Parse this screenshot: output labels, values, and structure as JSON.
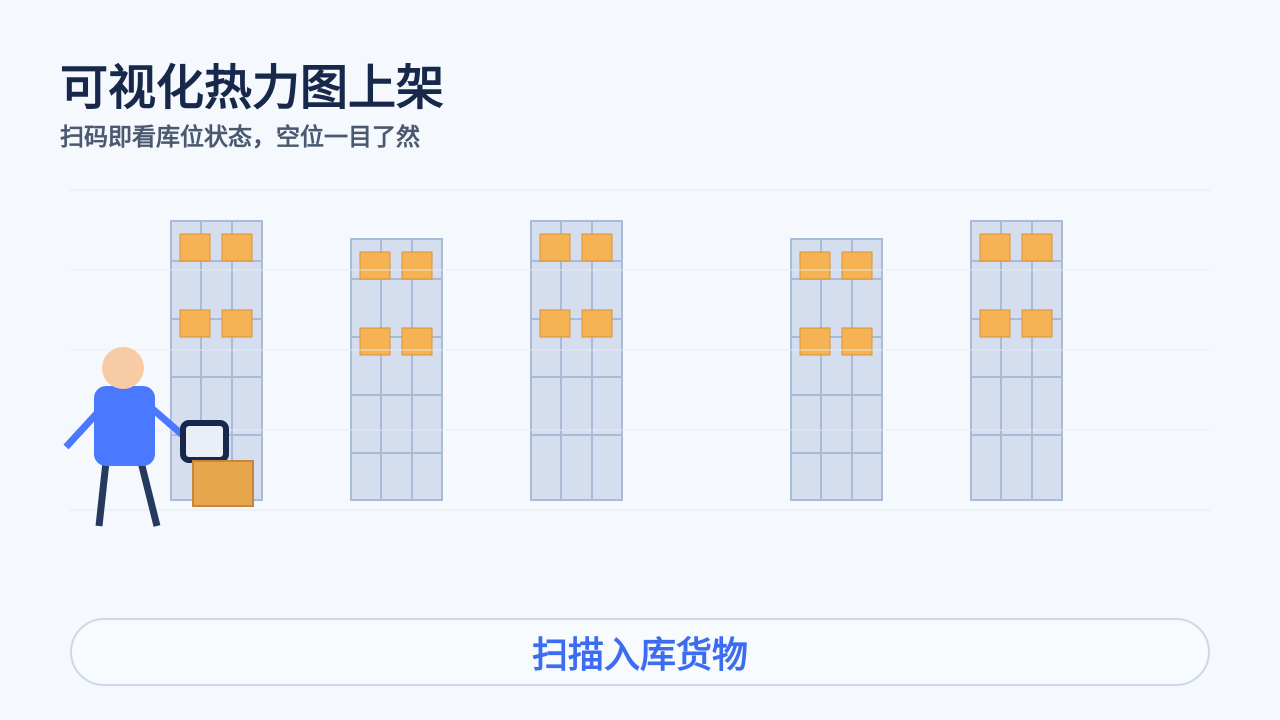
{
  "header": {
    "title": "可视化热力图上架",
    "subtitle": "扫码即看库位状态，空位一目了然"
  },
  "scene": {
    "racks": [
      {
        "occupied_cells": 4
      },
      {
        "occupied_cells": 4
      },
      {
        "occupied_cells": 4
      },
      {
        "occupied_cells": 4
      },
      {
        "occupied_cells": 4
      }
    ],
    "worker": {
      "icon": "person-with-scanner-icon"
    },
    "carried_box": {
      "icon": "cardboard-box-icon"
    }
  },
  "action": {
    "scan_label": "扫描入库货物"
  },
  "colors": {
    "background": "#f5f9fd",
    "title": "#17284a",
    "subtitle": "#4a5870",
    "rack_fill": "#d4deef",
    "rack_stroke": "#a9bbd6",
    "occupied_cell": "#f5b354",
    "accent": "#3c6df0",
    "worker_body": "#4a78ff",
    "worker_skin": "#f7cba4"
  }
}
